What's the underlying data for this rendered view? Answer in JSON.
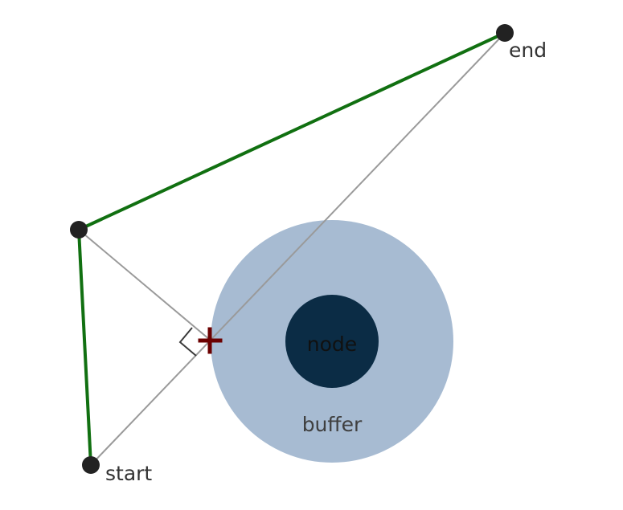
{
  "labels": {
    "start": "start",
    "end": "end",
    "node": "node",
    "buffer": "buffer"
  },
  "colors": {
    "background": "#ffffff",
    "buffer": "#a7bbd2",
    "node": "#0b2c45",
    "route": "#117011",
    "guide": "#9a9a9a",
    "point": "#222222",
    "cross_marker": "#6b0000"
  },
  "icons": {
    "point_marker": "filled-circle",
    "intersection_marker": "cross-marker",
    "right_angle_marker": "right-angle-icon"
  }
}
